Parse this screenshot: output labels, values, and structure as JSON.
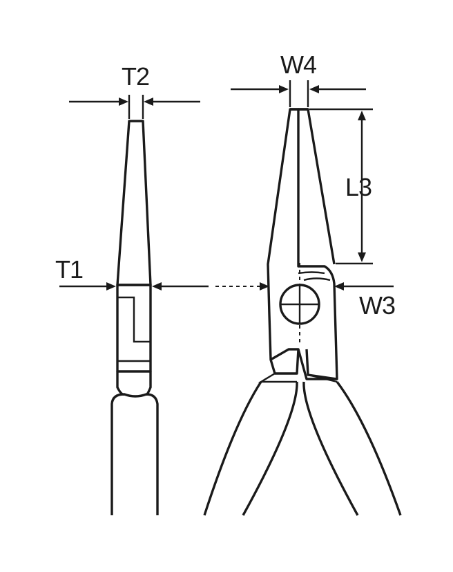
{
  "labels": {
    "t2": "T2",
    "w4": "W4",
    "l3": "L3",
    "t1": "T1",
    "w3": "W3"
  },
  "colors": {
    "ink": "#1a1a1a",
    "background": "#ffffff"
  }
}
